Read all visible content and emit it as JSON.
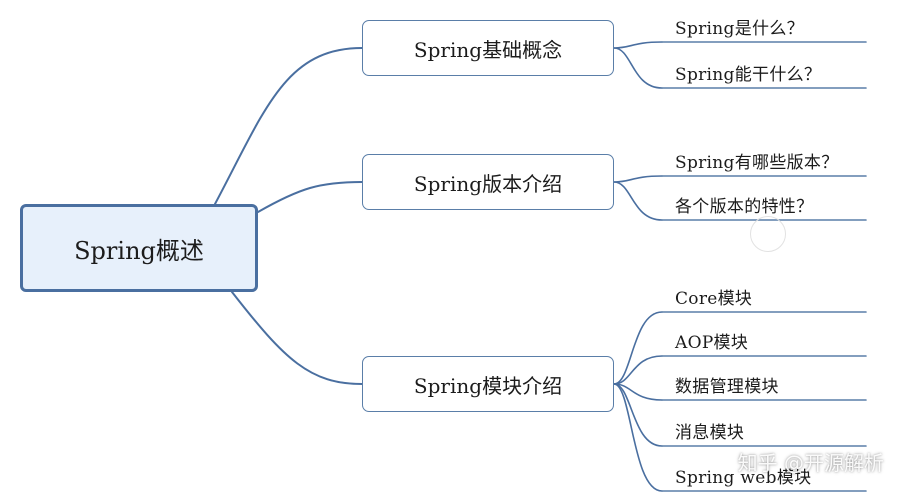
{
  "mindmap": {
    "root": {
      "label": "Spring概述"
    },
    "branches": [
      {
        "label": "Spring基础概念",
        "children": [
          "Spring是什么？",
          "Spring能干什么？"
        ]
      },
      {
        "label": "Spring版本介绍",
        "children": [
          "Spring有哪些版本？",
          "各个版本的特性？"
        ]
      },
      {
        "label": "Spring模块介绍",
        "children": [
          "Core模块",
          "AOP模块",
          "数据管理模块",
          "消息模块",
          "Spring web模块"
        ]
      }
    ]
  },
  "watermark": {
    "text": "知乎 @开源解析"
  },
  "colors": {
    "connector": "#4a6fa0",
    "underline": "#5a7ea8",
    "root_fill": "#e7f0fb",
    "root_border": "#4a6fa0"
  }
}
